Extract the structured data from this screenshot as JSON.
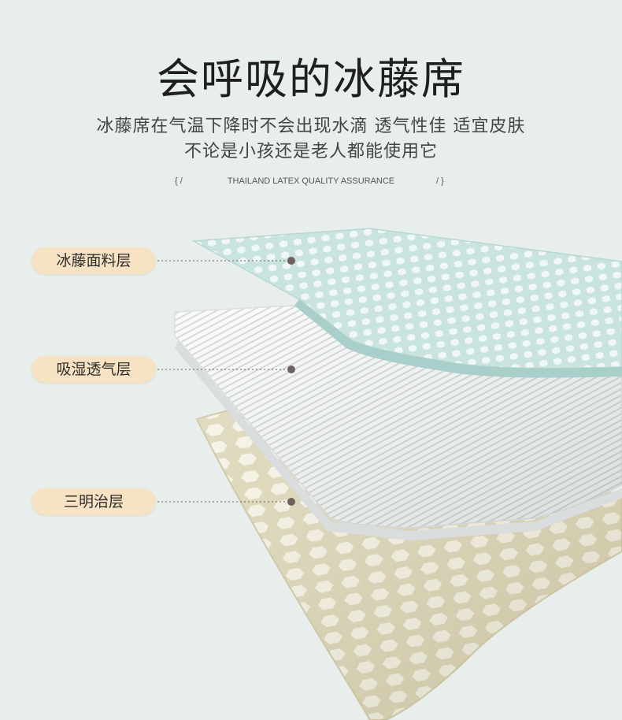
{
  "header": {
    "title": "会呼吸的冰藤席",
    "subtitle_line1": "冰藤席在气温下降时不会出现水滴  透气性佳  适宜皮肤",
    "subtitle_line2": "不论是小孩还是老人都能使用它",
    "tagline_left": "{  /",
    "tagline_text": "THAILAND LATEX QUALITY ASSURANCE",
    "tagline_right": "/  }"
  },
  "layers": [
    {
      "label": "冰藤面料层"
    },
    {
      "label": "吸湿透气层"
    },
    {
      "label": "三明治层"
    }
  ],
  "colors": {
    "background": "#e7eeeb",
    "label_bg": "#f7e2c3",
    "top_layer": "#c6e2de",
    "middle_layer": "#f4f5f5",
    "bottom_layer": "#e2dcc0",
    "leader_dot": "#6e6060"
  }
}
